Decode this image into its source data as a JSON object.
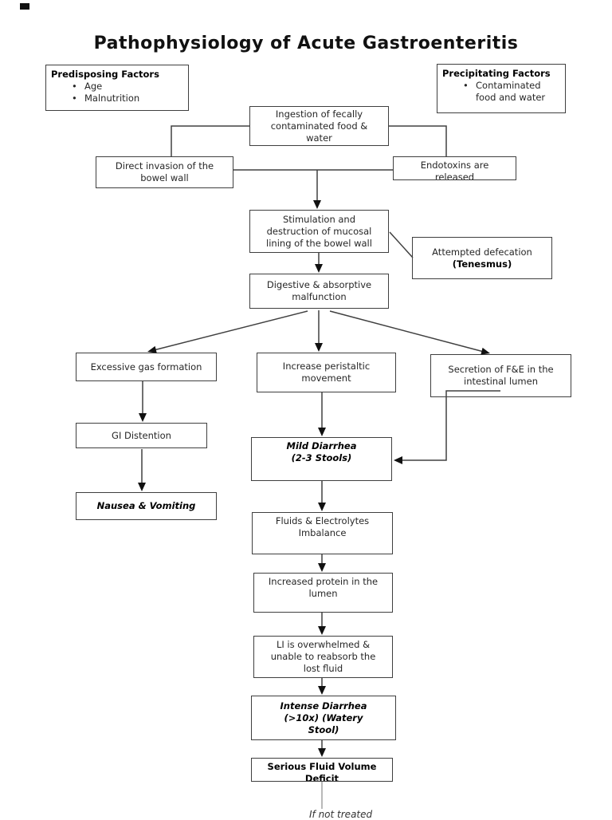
{
  "title": "Pathophysiology of Acute Gastroenteritis",
  "colors": {
    "line": "#404040",
    "arrowhead": "#111111",
    "box_border": "#3f3f3f",
    "text": "#262626",
    "background": "#ffffff"
  },
  "factor_boxes": {
    "predisposing": {
      "heading": "Predisposing Factors",
      "items": [
        "Age",
        "Malnutrition"
      ],
      "bullet": "•"
    },
    "precipitating": {
      "heading": "Precipitating Factors",
      "items": [
        "Contaminated food and water"
      ],
      "bullet": "•"
    }
  },
  "nodes": {
    "ingestion": {
      "lines": [
        "Ingestion of fecally",
        "contaminated food &",
        "water"
      ]
    },
    "direct_invasion": {
      "lines": [
        "Direct invasion of the",
        "bowel wall"
      ]
    },
    "endotoxins": {
      "lines": [
        "Endotoxins are",
        "released"
      ]
    },
    "stimulation": {
      "lines": [
        "Stimulation and",
        "destruction of mucosal",
        "lining of the bowel wall"
      ]
    },
    "attempted_defecation": {
      "line1": "Attempted defecation",
      "line2": "(Tenesmus)"
    },
    "digestive": {
      "lines": [
        "Digestive & absorptive",
        "malfunction"
      ]
    },
    "excessive_gas": {
      "lines": [
        "Excessive gas formation"
      ]
    },
    "increase_peristaltic": {
      "lines": [
        "Increase peristaltic",
        "movement"
      ]
    },
    "secretion": {
      "lines": [
        "Secretion of F&E in the",
        "intestinal lumen"
      ]
    },
    "gi_distention": {
      "lines": [
        "GI Distention"
      ]
    },
    "nausea_vomiting": {
      "lines": [
        "Nausea & Vomiting"
      ]
    },
    "mild_diarrhea": {
      "lines": [
        "Mild Diarrhea",
        "(2-3 Stools)"
      ]
    },
    "fluids_imbalance": {
      "lines": [
        "Fluids & Electrolytes",
        "Imbalance"
      ]
    },
    "increased_protein": {
      "lines": [
        "Increased protein in the",
        "lumen"
      ]
    },
    "li_overwhelmed": {
      "lines": [
        "LI is overwhelmed &",
        "unable to reabsorb the",
        "lost fluid"
      ]
    },
    "intense_diarrhea": {
      "lines": [
        "Intense Diarrhea",
        "(>10x) (Watery",
        "Stool)"
      ]
    },
    "serious_fluid": {
      "lines": [
        "Serious Fluid Volume",
        "Deficit"
      ]
    }
  },
  "note": "If not treated"
}
